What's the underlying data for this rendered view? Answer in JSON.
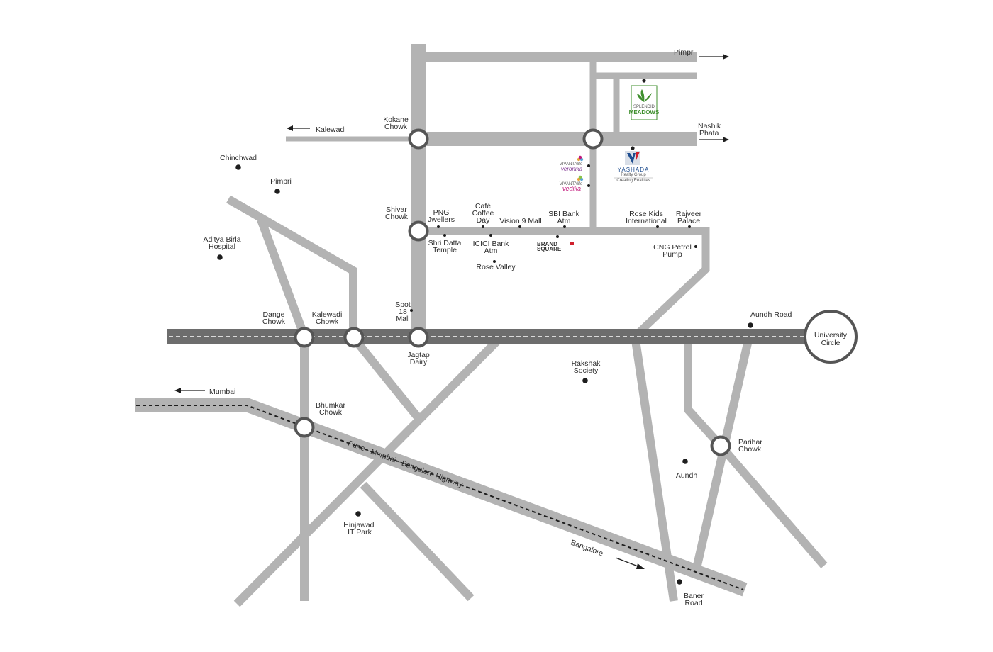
{
  "colors": {
    "road": "#b3b3b3",
    "main_road": "#6d6d6d",
    "junction_ring": "#555555",
    "text": "#2b2b2b",
    "meadows_green": "#3f8f2e",
    "veronika_purple": "#7b2f8e",
    "vedika_magenta": "#c2187c",
    "yashada_blue": "#1e4d8f",
    "brand_red": "#d0202d"
  },
  "places": {
    "pimpri_top": "Pimpri",
    "nashik_phata_1": "Nashik",
    "nashik_phata_2": "Phata",
    "kalewadi": "Kalewadi",
    "kokane_chowk_1": "Kokane",
    "kokane_chowk_2": "Chowk",
    "chinchwad": "Chinchwad",
    "pimpri_left": "Pimpri",
    "aditya_birla_1": "Aditya Birla",
    "aditya_birla_2": "Hospital",
    "shivar_chowk_1": "Shivar",
    "shivar_chowk_2": "Chowk",
    "png_jwellers_1": "PNG",
    "png_jwellers_2": "Jwellers",
    "cafe_coffee_day_1": "Café",
    "cafe_coffee_day_2": "Coffee",
    "cafe_coffee_day_3": "Day",
    "vision_9_mall": "Vision 9 Mall",
    "sbi_bank_1": "SBI Bank",
    "sbi_bank_2": "Atm",
    "rose_kids_1": "Rose Kids",
    "rose_kids_2": "International",
    "rajveer_palace_1": "Rajveer",
    "rajveer_palace_2": "Palace",
    "shri_datta_1": "Shri Datta",
    "shri_datta_2": "Temple",
    "icici_bank_1": "ICICI Bank",
    "icici_bank_2": "Atm",
    "cng_petrol_1": "CNG Petrol",
    "cng_petrol_2": "Pump",
    "rose_valley": "Rose Valley",
    "spot18_1": "Spot",
    "spot18_2": "18",
    "spot18_3": "Mall",
    "dange_chowk_1": "Dange",
    "dange_chowk_2": "Chowk",
    "kalewadi_chowk_1": "Kalewadi",
    "kalewadi_chowk_2": "Chowk",
    "jagtap_dairy_1": "Jagtap",
    "jagtap_dairy_2": "Dairy",
    "aundh_road": "Aundh Road",
    "university_circle_1": "University",
    "university_circle_2": "Circle",
    "rakshak_society_1": "Rakshak",
    "rakshak_society_2": "Society",
    "mumbai": "Mumbai",
    "bhumkar_chowk_1": "Bhumkar",
    "bhumkar_chowk_2": "Chowk",
    "highway": "Pune - Mumbai - Bangalore Highway",
    "parihar_chowk_1": "Parihar",
    "parihar_chowk_2": "Chowk",
    "aundh": "Aundh",
    "hinjawadi_1": "Hinjawadi",
    "hinjawadi_2": "IT Park",
    "bangalore": "Bangalore",
    "baner_road_1": "Baner",
    "baner_road_2": "Road"
  },
  "logos": {
    "meadows_top": "SPLENDID",
    "meadows_name": "MEADOWS",
    "veronika_top": "VIVANTAlife",
    "veronika_name": "veronika",
    "vedika_top": "VIVANTAlife",
    "vedika_name": "vedika",
    "yashada_name": "YASHADA",
    "yashada_sub": "Realty Group",
    "yashada_tag": "Creating Realities",
    "brand_1": "BRAND",
    "brand_2": "SQUARE"
  }
}
